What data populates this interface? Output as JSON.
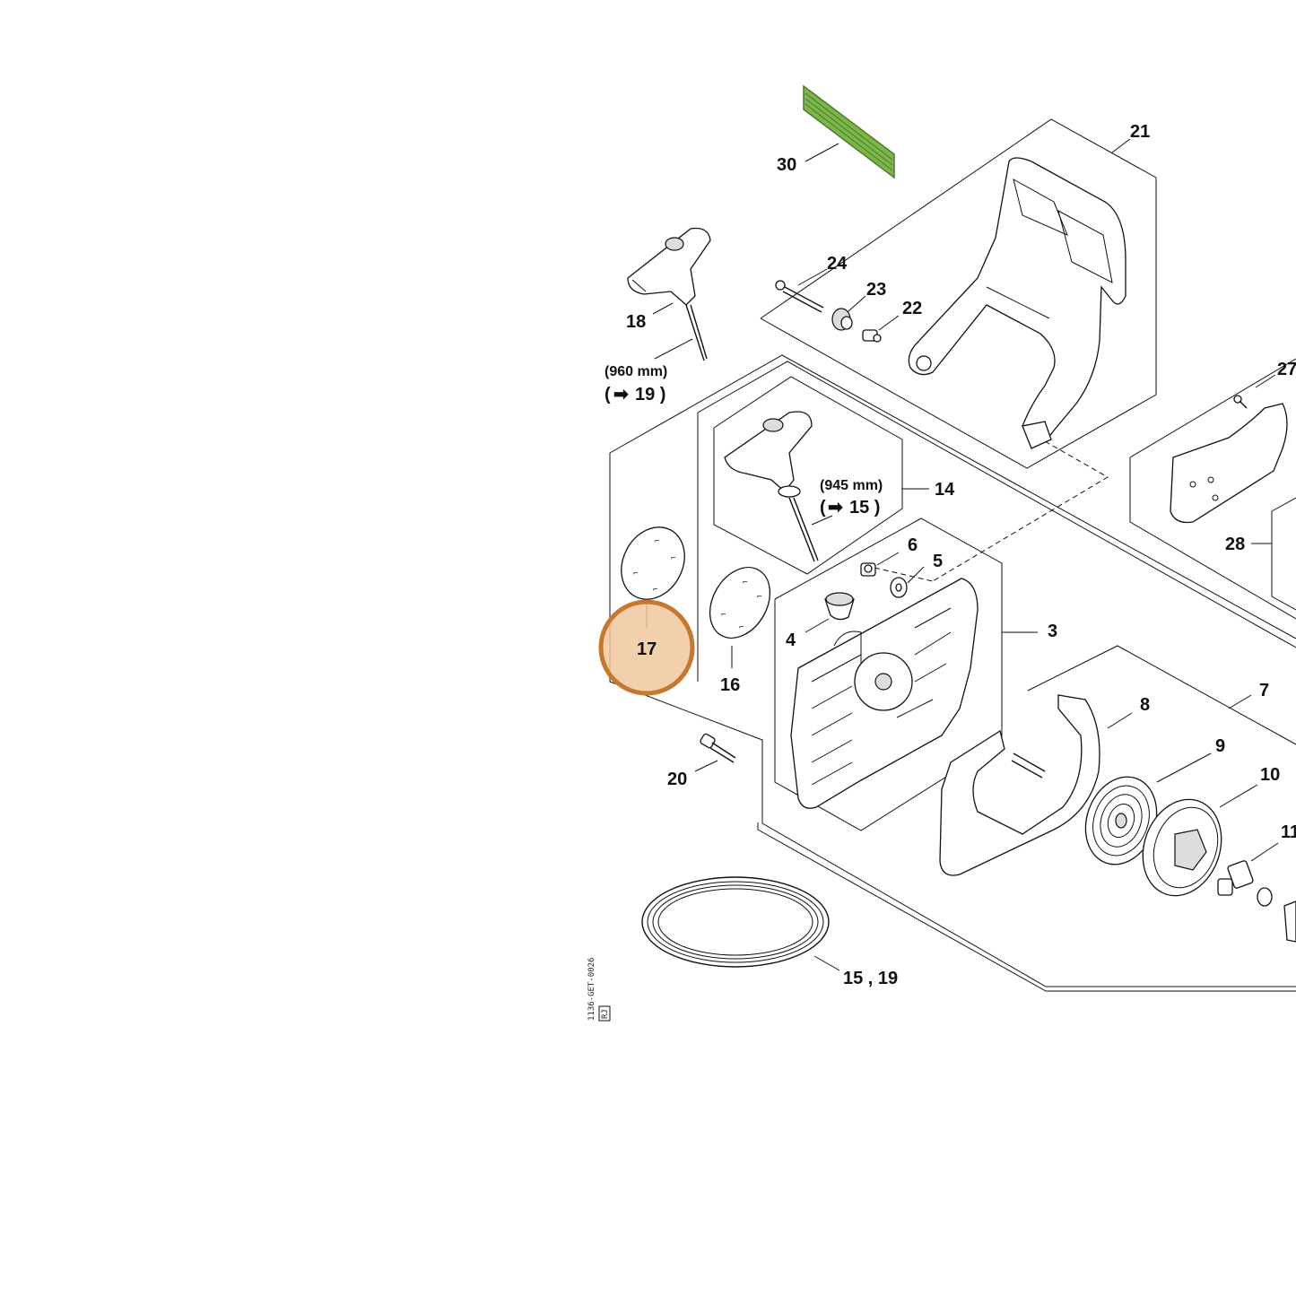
{
  "labels": {
    "p3": "3",
    "p4": "4",
    "p5": "5",
    "p6": "6",
    "p7": "7",
    "p8": "8",
    "p9": "9",
    "p10": "10",
    "p11": "11",
    "p14": "14",
    "p16": "16",
    "p17": "17",
    "p18": "18",
    "p20": "20",
    "p21": "21",
    "p22": "22",
    "p23": "23",
    "p24": "24",
    "p27": "27",
    "p28": "28",
    "p30": "30",
    "p15_19": "15 , 19"
  },
  "notes": {
    "rope18_len": "(960 mm)",
    "rope18_ref": "19 )",
    "rope14_len": "(945 mm)",
    "rope14_ref": "15 )"
  },
  "drawing_code": "1136-GET-0026",
  "drawing_code_small": "RJ",
  "highlight": {
    "part": "17",
    "color": "#c8782e",
    "fill": "#f0c8a0"
  },
  "accent": {
    "part": "30",
    "color": "#7ab648"
  }
}
